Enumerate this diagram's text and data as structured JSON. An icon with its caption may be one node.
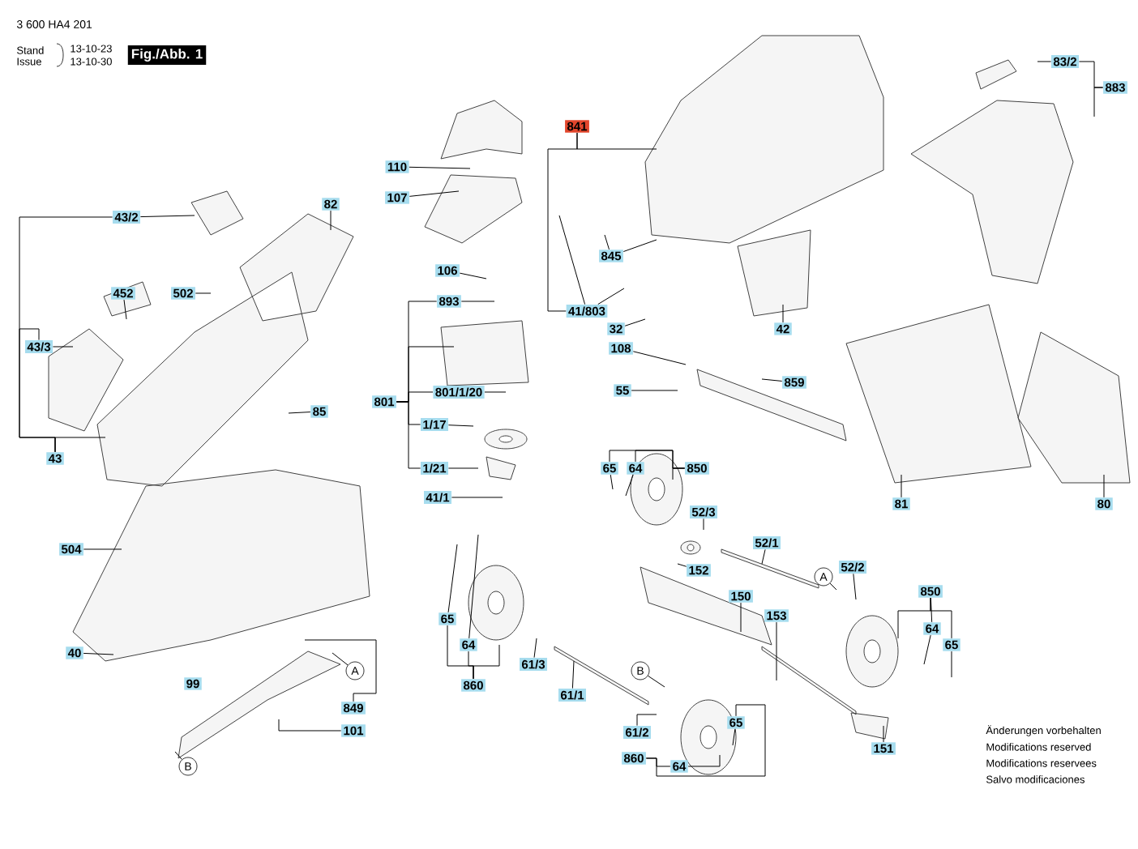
{
  "diagram": {
    "nodes": [
      {
        "text": [
          "110"
        ]
      },
      {
        "text": [
          "107"
        ]
      },
      {
        "text": [
          "106"
        ]
      },
      {
        "text": [
          "893"
        ]
      },
      {
        "text": [
          "801"
        ]
      },
      {
        "text": [
          "801/1/20"
        ]
      },
      {
        "text": [
          "1/17"
        ]
      },
      {
        "text": [
          "1/21"
        ]
      },
      {
        "text": [
          "41/1"
        ]
      },
      {
        "text": [
          "43/2"
        ]
      },
      {
        "text": [
          "82"
        ]
      },
      {
        "text": [
          "452"
        ]
      },
      {
        "text": [
          "502"
        ]
      },
      {
        "text": [
          "43/3"
        ]
      },
      {
        "text": [
          "85"
        ]
      },
      {
        "text": [
          "43"
        ]
      },
      {
        "text": [
          "504"
        ]
      },
      {
        "text": [
          "40"
        ]
      },
      {
        "text": [
          "99"
        ]
      },
      {
        "text": [
          "A"
        ]
      },
      {
        "text": [
          "849"
        ]
      },
      {
        "text": [
          "101"
        ]
      },
      {
        "text": [
          "B"
        ]
      },
      {
        "text": [
          "841"
        ]
      },
      {
        "text": [
          "845"
        ]
      },
      {
        "text": [
          "41/803"
        ]
      },
      {
        "text": [
          "32"
        ]
      },
      {
        "text": [
          "108"
        ]
      },
      {
        "text": [
          "55"
        ]
      },
      {
        "text": [
          "42"
        ]
      },
      {
        "text": [
          "859"
        ]
      },
      {
        "text": [
          "83/2"
        ]
      },
      {
        "text": [
          "883"
        ]
      },
      {
        "text": [
          "81"
        ]
      },
      {
        "text": [
          "80"
        ]
      },
      {
        "text": [
          "65"
        ]
      },
      {
        "text": [
          "64"
        ]
      },
      {
        "text": [
          "850"
        ]
      },
      {
        "text": [
          "52/3"
        ]
      },
      {
        "text": [
          "52/1"
        ]
      },
      {
        "text": [
          "A"
        ]
      },
      {
        "text": [
          "52/2"
        ]
      },
      {
        "text": [
          "152"
        ]
      },
      {
        "text": [
          "150"
        ]
      },
      {
        "text": [
          "153"
        ]
      },
      {
        "text": [
          "850"
        ]
      },
      {
        "text": [
          "64"
        ]
      },
      {
        "text": [
          "65"
        ]
      },
      {
        "text": [
          "151"
        ]
      },
      {
        "text": [
          "65"
        ]
      },
      {
        "text": [
          "64"
        ]
      },
      {
        "text": [
          "860"
        ]
      },
      {
        "text": [
          "61/3"
        ]
      },
      {
        "text": [
          "61/1"
        ]
      },
      {
        "text": [
          "B"
        ]
      },
      {
        "text": [
          "61/2"
        ]
      },
      {
        "text": [
          "65"
        ]
      },
      {
        "text": [
          "860"
        ]
      },
      {
        "text": [
          "64"
        ]
      }
    ],
    "edges": [
      {
        "from": 0,
        "to": null,
        "arrow": "none"
      },
      {
        "from": 1,
        "to": null,
        "arrow": "none"
      },
      {
        "from": 2,
        "to": null,
        "arrow": "none"
      },
      {
        "from": 3,
        "to": null,
        "arrow": "none"
      },
      {
        "from": 4,
        "to": 3,
        "arrow": "none"
      },
      {
        "from": 4,
        "to": 5,
        "arrow": "none"
      },
      {
        "from": 4,
        "to": 6,
        "arrow": "none"
      },
      {
        "from": 4,
        "to": 7,
        "arrow": "none"
      },
      {
        "from": 4,
        "to": null,
        "arrow": "none"
      },
      {
        "from": 5,
        "to": null,
        "arrow": "none"
      },
      {
        "from": 6,
        "to": null,
        "arrow": "none"
      },
      {
        "from": 7,
        "to": null,
        "arrow": "none"
      },
      {
        "from": 8,
        "to": null,
        "arrow": "none"
      },
      {
        "from": 9,
        "to": null,
        "arrow": "none"
      },
      {
        "from": 10,
        "to": null,
        "arrow": "none"
      },
      {
        "from": 11,
        "to": null,
        "arrow": "none"
      },
      {
        "from": 12,
        "to": null,
        "arrow": "none"
      },
      {
        "from": 13,
        "to": null,
        "arrow": "none"
      },
      {
        "from": 14,
        "to": null,
        "arrow": "none"
      },
      {
        "from": 15,
        "to": 9,
        "arrow": "none"
      },
      {
        "from": 15,
        "to": 13,
        "arrow": "none"
      },
      {
        "from": 15,
        "to": null,
        "arrow": "none"
      },
      {
        "from": 16,
        "to": null,
        "arrow": "none"
      },
      {
        "from": 17,
        "to": null,
        "arrow": "none"
      },
      {
        "from": 19,
        "to": null,
        "arrow": "none"
      },
      {
        "from": 20,
        "to": null,
        "arrow": "none"
      },
      {
        "from": 21,
        "to": null,
        "arrow": "none"
      },
      {
        "from": 22,
        "to": null,
        "arrow": "none"
      },
      {
        "from": 23,
        "to": 25,
        "arrow": "none"
      },
      {
        "from": 23,
        "to": null,
        "arrow": "none"
      },
      {
        "from": 25,
        "to": null,
        "arrow": "none"
      },
      {
        "from": 25,
        "to": null,
        "arrow": "none"
      },
      {
        "from": 24,
        "to": null,
        "arrow": "none"
      },
      {
        "from": 24,
        "to": null,
        "arrow": "none"
      },
      {
        "from": 26,
        "to": null,
        "arrow": "none"
      },
      {
        "from": 27,
        "to": null,
        "arrow": "none"
      },
      {
        "from": 28,
        "to": null,
        "arrow": "none"
      },
      {
        "from": 29,
        "to": null,
        "arrow": "none"
      },
      {
        "from": 30,
        "to": null,
        "arrow": "none"
      },
      {
        "from": 31,
        "to": null,
        "arrow": "none"
      },
      {
        "from": 32,
        "to": 31,
        "arrow": "none"
      },
      {
        "from": 32,
        "to": null,
        "arrow": "none"
      },
      {
        "from": 33,
        "to": null,
        "arrow": "none"
      },
      {
        "from": 34,
        "to": null,
        "arrow": "none"
      },
      {
        "from": 37,
        "to": 35,
        "arrow": "none"
      },
      {
        "from": 37,
        "to": 36,
        "arrow": "none"
      },
      {
        "from": 37,
        "to": null,
        "arrow": "none"
      },
      {
        "from": 35,
        "to": null,
        "arrow": "none"
      },
      {
        "from": 36,
        "to": null,
        "arrow": "none"
      },
      {
        "from": 38,
        "to": null,
        "arrow": "none"
      },
      {
        "from": 39,
        "to": null,
        "arrow": "none"
      },
      {
        "from": 41,
        "to": null,
        "arrow": "none"
      },
      {
        "from": 40,
        "to": null,
        "arrow": "none"
      },
      {
        "from": 42,
        "to": null,
        "arrow": "none"
      },
      {
        "from": 43,
        "to": null,
        "arrow": "none"
      },
      {
        "from": 44,
        "to": null,
        "arrow": "none"
      },
      {
        "from": 45,
        "to": 46,
        "arrow": "none"
      },
      {
        "from": 45,
        "to": 47,
        "arrow": "none"
      },
      {
        "from": 45,
        "to": null,
        "arrow": "none"
      },
      {
        "from": 46,
        "to": null,
        "arrow": "none"
      },
      {
        "from": 47,
        "to": null,
        "arrow": "none"
      },
      {
        "from": 48,
        "to": null,
        "arrow": "none"
      },
      {
        "from": 51,
        "to": 49,
        "arrow": "none"
      },
      {
        "from": 51,
        "to": 50,
        "arrow": "none"
      },
      {
        "from": 51,
        "to": null,
        "arrow": "none"
      },
      {
        "from": 49,
        "to": null,
        "arrow": "none"
      },
      {
        "from": 50,
        "to": null,
        "arrow": "none"
      },
      {
        "from": 52,
        "to": null,
        "arrow": "none"
      },
      {
        "from": 53,
        "to": null,
        "arrow": "none"
      },
      {
        "from": 54,
        "to": null,
        "arrow": "none"
      },
      {
        "from": 55,
        "to": null,
        "arrow": "none"
      },
      {
        "from": 57,
        "to": 56,
        "arrow": "none"
      },
      {
        "from": 57,
        "to": 58,
        "arrow": "none"
      },
      {
        "from": 56,
        "to": null,
        "arrow": "none"
      },
      {
        "from": 58,
        "to": null,
        "arrow": "none"
      }
    ],
    "labels": [
      "3 600 HA4 201",
      "Stand",
      "Issue",
      "13-10-23",
      "13-10-30",
      "Fig./Abb. 1",
      "Änderungen vorbehalten",
      "Modifications reserved",
      "Modifications reservees",
      "Salvo modificaciones"
    ]
  }
}
